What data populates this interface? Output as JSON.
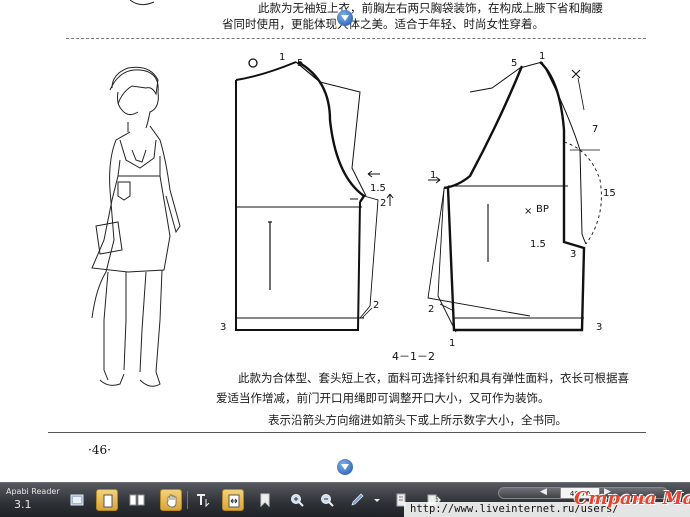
{
  "document": {
    "top_text_1": "此款为无袖短上衣，前胸左右两只胸袋装饰，在构成上腋下省和胸腰",
    "top_text_2": "省同时使用，更能体现人体之美。适合于年轻、时尚女性穿着。",
    "figure_caption": "4－1－2",
    "body_text_1": "此款为合体型、套头短上衣，面料可选择针织和具有弹性面料，衣长可根据喜",
    "body_text_2": "爱适当作增减，前门开口用绳即可调整开口大小，又可作为装饰。",
    "body_text_3": "表示沿箭头方向缩进如箭头下或上所示数字大小，全书同。",
    "page_number": "·46·"
  },
  "pattern_labels": {
    "back": {
      "neck": "1",
      "shoulder": "5",
      "armhole_in": "1.5",
      "armhole_down": "2",
      "side_hem": "2",
      "hem_left": "3"
    },
    "front": {
      "shoulder": "5",
      "neck": "1",
      "neck_depth": "7",
      "opening": "15",
      "bust_point": "BP",
      "armhole": "1",
      "side": "2",
      "hem_in": "1.5",
      "hem_right_1": "3",
      "hem_right_2": "3",
      "hem_bottom": "1"
    }
  },
  "toolbar": {
    "app_name": "Apabi Reader",
    "app_version": "3.1",
    "page_counter": "46/70",
    "prev_label": "◀",
    "next_label": "▶",
    "url": "http://www.liveinternet.ru/users/",
    "watermark": "Страна Мам",
    "colors": {
      "active_tool": "#e5b74c",
      "toolbar_bg": "#2d3035",
      "watermark": "#e8442f"
    },
    "icons": [
      "view-icon",
      "single-page-icon",
      "two-page-icon",
      "hand-tool-icon",
      "text-select-icon",
      "fit-page-icon",
      "bookmark-icon",
      "zoom-in-icon",
      "zoom-out-icon",
      "pen-icon",
      "dropdown-arrow-icon",
      "page-icon",
      "export-icon"
    ]
  }
}
